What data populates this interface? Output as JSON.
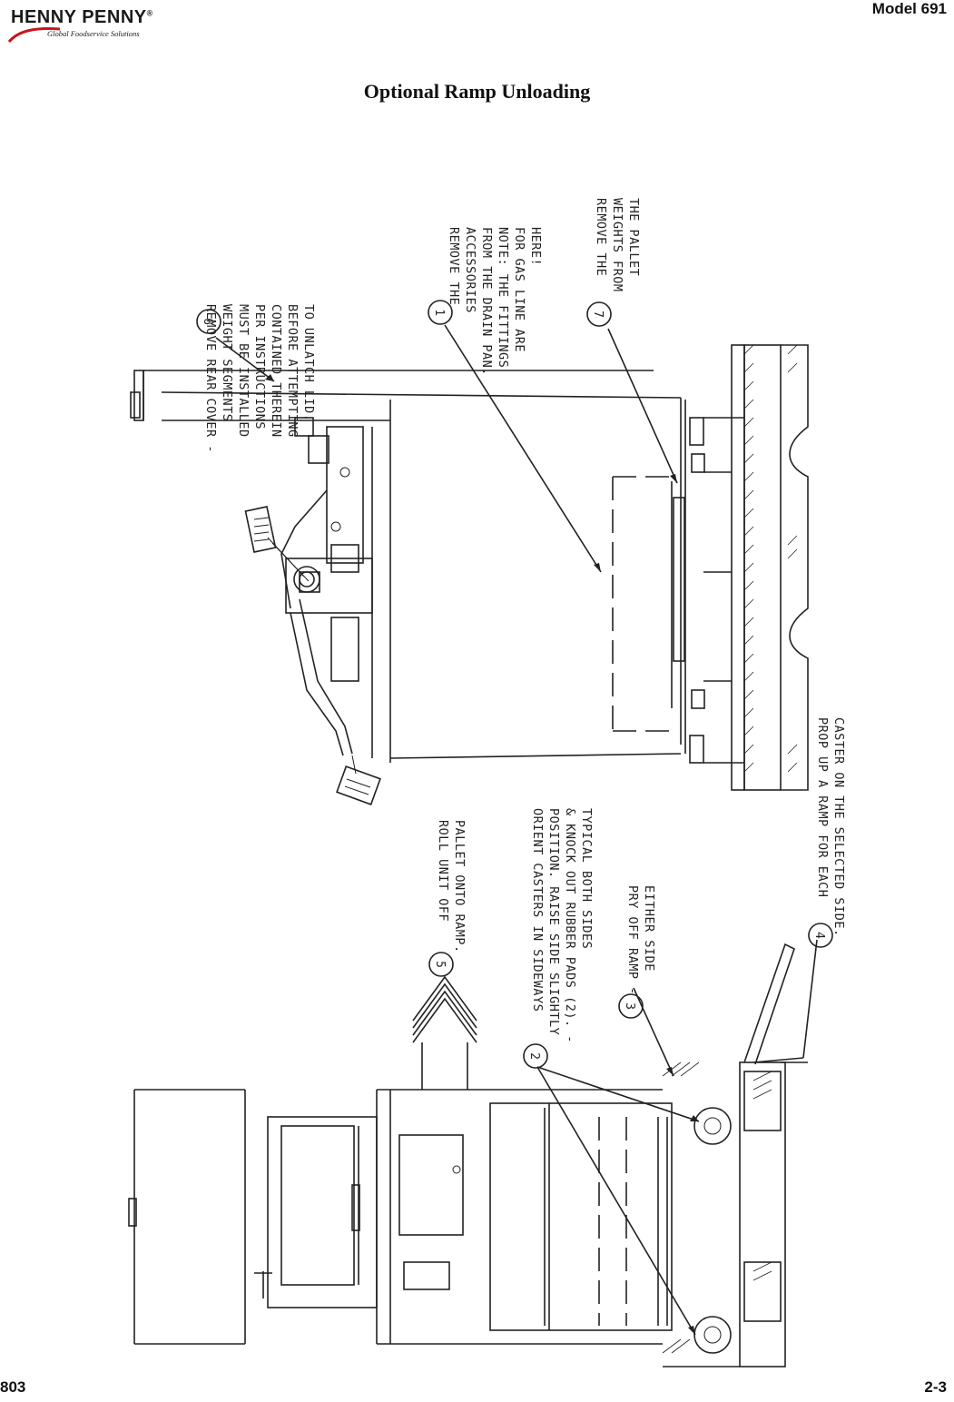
{
  "header": {
    "logo_text": "HENNY PENNY",
    "logo_registered": "®",
    "logo_tagline": "Global Foodservice Solutions",
    "model": "Model 691"
  },
  "title": "Optional Ramp Unloading",
  "figure": {
    "callouts": [
      {
        "number": "6",
        "lines": [
          "REMOVE REAR COVER -",
          "WEIGHT SEGMENTS",
          "MUST BE INSTALLED",
          "PER INSTRUCTIONS",
          "CONTAINED THEREIN",
          "BEFORE ATTEMPTING",
          "TO UNLATCH LID."
        ]
      },
      {
        "number": "1",
        "lines": [
          "REMOVE THE",
          "ACCESSORIES",
          "FROM THE DRAIN PAN.",
          "NOTE: THE FITTINGS",
          "FOR GAS LINE ARE",
          "HERE!"
        ]
      },
      {
        "number": "7",
        "lines": [
          "REMOVE THE",
          "WEIGHTS FROM",
          "THE PALLET"
        ]
      },
      {
        "number": "5",
        "lines": [
          "ROLL UNIT OFF",
          "PALLET ONTO RAMP."
        ]
      },
      {
        "number": "2",
        "lines": [
          "ORIENT CASTERS IN SIDEWAYS",
          "POSITION. RAISE SIDE SLIGHTLY",
          "& KNOCK OUT RUBBER PADS (2). -",
          "TYPICAL BOTH SIDES"
        ]
      },
      {
        "number": "3",
        "lines": [
          "PRY OFF RAMP -",
          "EITHER SIDE"
        ]
      },
      {
        "number": "4",
        "lines": [
          "PROP UP A RAMP FOR EACH",
          "CASTER ON THE SELECTED SIDE."
        ]
      }
    ]
  },
  "footer": {
    "left": "803",
    "right": "2-3"
  }
}
